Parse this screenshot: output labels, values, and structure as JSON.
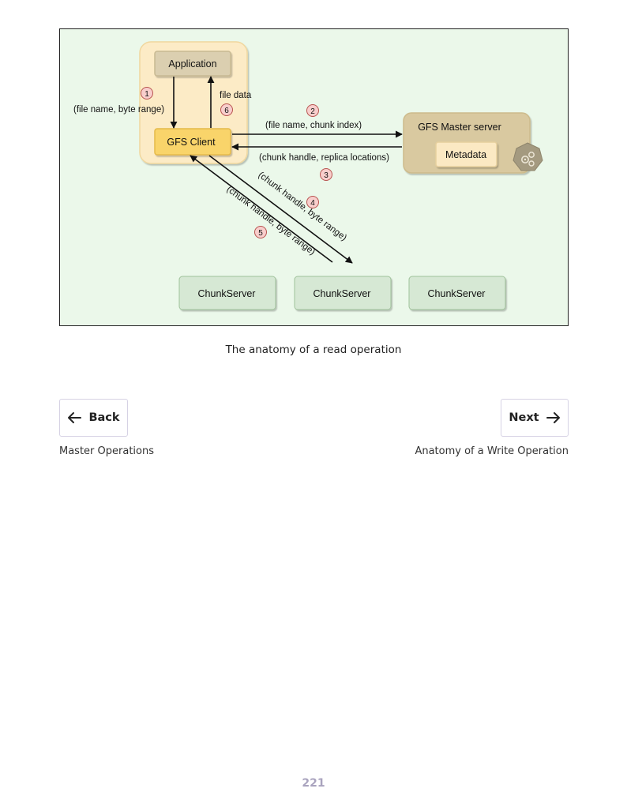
{
  "diagram": {
    "application_label": "Application",
    "client_label": "GFS Client",
    "master_label": "GFS Master server",
    "metadata_label": "Metadata",
    "chunkservers": [
      "ChunkServer",
      "ChunkServer",
      "ChunkServer"
    ],
    "edge_labels": {
      "file_name_byte_range": "(file name, byte range)",
      "file_data": "file data",
      "file_name_chunk_index": "(file name, chunk index)",
      "chunk_handle_replica_locations": "(chunk handle, replica locations)",
      "chunk_handle_byte_range_request": "(chunk handle, byte range)",
      "chunk_handle_byte_range_reply": "(chunk handle, byte range)"
    },
    "steps": [
      "1",
      "2",
      "3",
      "4",
      "5",
      "6"
    ],
    "master_icon": "gear-cluster-icon",
    "colors": {
      "background": "#ebf8ea",
      "client_group": "#fcebc6",
      "application": "#dbcfb0",
      "client": "#f9d46a",
      "master": "#d9c9a0",
      "metadata": "#fbe9c3",
      "chunkserver": "#d6e8d4",
      "step_badge": "#f8cecc"
    }
  },
  "caption": "The anatomy of a read operation",
  "nav": {
    "back_label": "Back",
    "back_target": "Master Operations",
    "next_label": "Next",
    "next_target": "Anatomy of a Write Operation"
  },
  "page_number": "221"
}
